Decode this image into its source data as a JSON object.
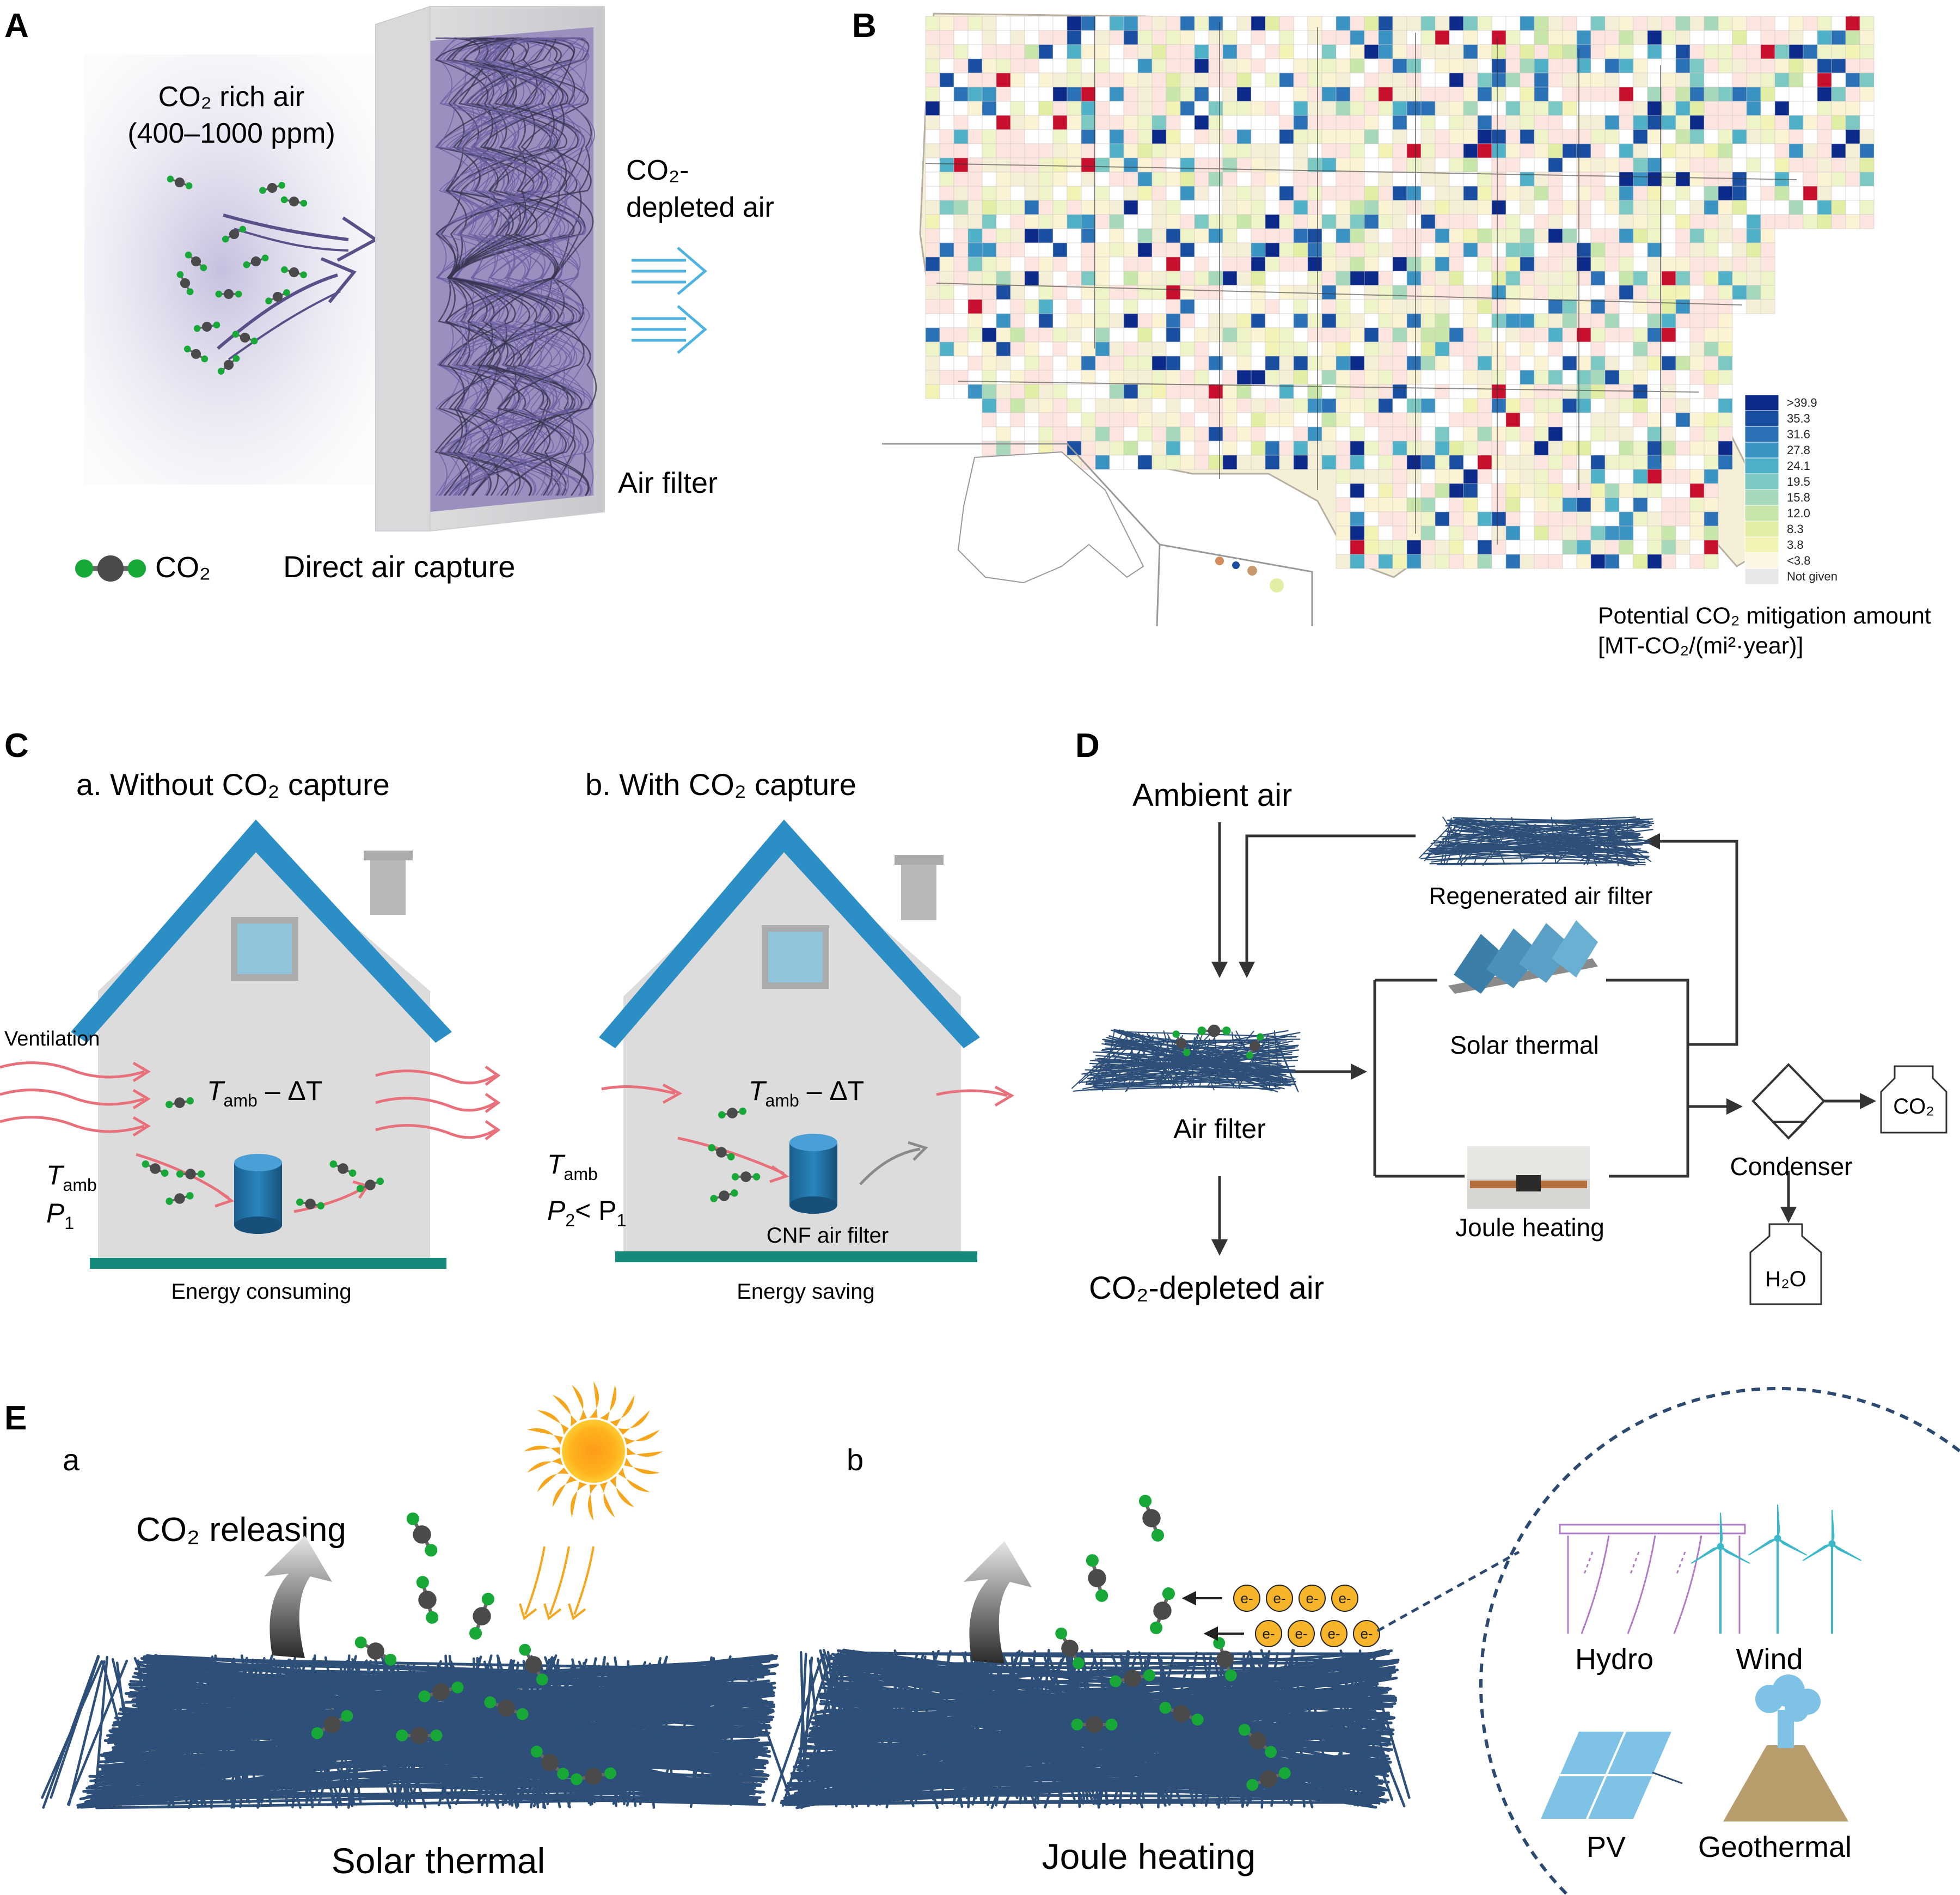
{
  "panels": {
    "A": {
      "letter": "A",
      "rich_air_line1": "CO₂ rich air",
      "rich_air_line2": "(400–1000 ppm)",
      "depleted_line1": "CO₂-",
      "depleted_line2": "depleted air",
      "filter_label": "Air filter",
      "legend_co2": "CO₂",
      "caption": "Direct air capture"
    },
    "B": {
      "letter": "B",
      "legend_title_line1": "Potential CO₂ mitigation amount",
      "legend_title_line2": "[MT-CO₂/(mi²·year)]",
      "legend_bins": [
        ">39.9",
        "35.3",
        "31.6",
        "27.8",
        "24.1",
        "19.5",
        "15.8",
        "12.0",
        "8.3",
        "3.8",
        "<3.8",
        "Not given"
      ],
      "legend_colors": [
        "#0b2a8a",
        "#1a4ea0",
        "#2a72b5",
        "#3a93c2",
        "#4fb0c8",
        "#7cc8c2",
        "#a6d9bc",
        "#c9e6aa",
        "#e2eea3",
        "#f2f3b5",
        "#fbf7e4",
        "#e8e8e8"
      ]
    },
    "C": {
      "letter": "C",
      "title_a": "a. Without CO₂ capture",
      "title_b": "b. With CO₂ capture",
      "ventilation": "Ventilation",
      "t_label_main": "T",
      "t_label_sub": "amb",
      "t_label_tail": " – ΔT",
      "t_amb_main": "T",
      "t_amb_sub": "amb",
      "p1_main": "P",
      "p1_sub": "1",
      "p2_main": "P",
      "p2_sub": "2",
      "p2_lt": "< P",
      "p2_lt_sub": "1",
      "filter_label": "CNF air filter",
      "energy_a": "Energy consuming",
      "energy_b": "Energy saving",
      "roof_color": "#2b8fc6",
      "ground_color": "#138a7a"
    },
    "D": {
      "letter": "D",
      "ambient": "Ambient air",
      "regenerated": "Regenerated air filter",
      "air_filter": "Air filter",
      "solar_thermal": "Solar thermal",
      "joule_heating": "Joule heating",
      "condenser": "Condenser",
      "co2": "CO₂",
      "h2o": "H₂O",
      "depleted": "CO₂-depleted air"
    },
    "E": {
      "letter": "E",
      "sub_a": "a",
      "sub_b": "b",
      "releasing": "CO₂ releasing",
      "caption_a": "Solar thermal",
      "caption_b": "Joule heating",
      "electron": "e-",
      "hydro": "Hydro",
      "wind": "Wind",
      "pv": "PV",
      "geothermal": "Geothermal",
      "fiber_color": "#2d4f78"
    }
  }
}
